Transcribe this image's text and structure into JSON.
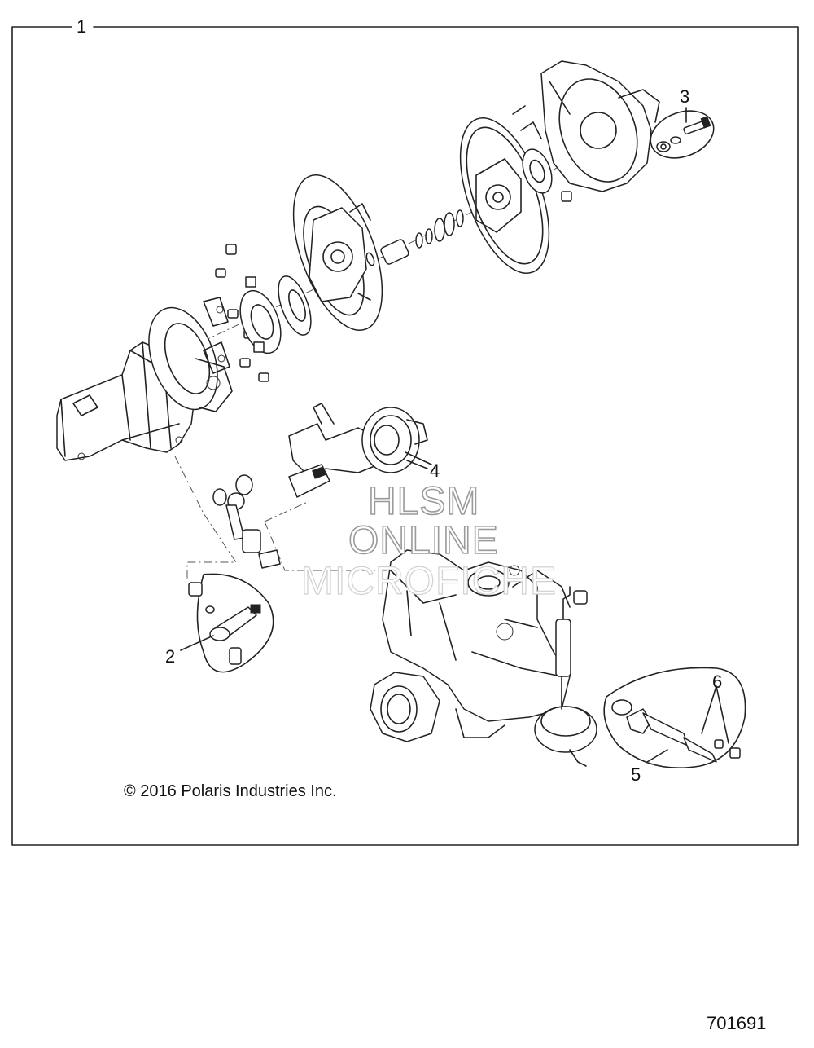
{
  "diagram": {
    "callouts": [
      {
        "id": "1",
        "label": "1"
      },
      {
        "id": "2",
        "label": "2"
      },
      {
        "id": "3",
        "label": "3"
      },
      {
        "id": "4",
        "label": "4"
      },
      {
        "id": "5",
        "label": "5"
      },
      {
        "id": "6",
        "label": "6"
      }
    ],
    "copyright": "© 2016 Polaris Industries Inc.",
    "document_number": "701691",
    "watermark": {
      "line1": "HLSM",
      "line2": "ONLINE",
      "line3": "MICROFICHE"
    },
    "colors": {
      "line": "#222222",
      "background": "#ffffff",
      "watermark_outline": "#9a9a9a"
    }
  }
}
